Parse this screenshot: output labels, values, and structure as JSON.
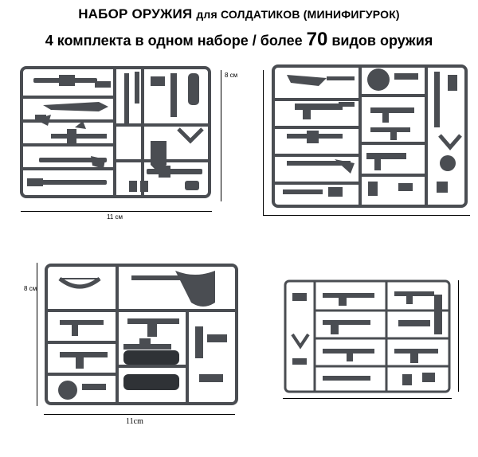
{
  "header": {
    "line1_main": "НАБОР ОРУЖИЯ",
    "line1_small": "для СОЛДАТИКОВ (МИНИФИГУРОК)",
    "line2_pre": "4 комплекта в одном наборе / более",
    "line2_number": "70",
    "line2_post": "видов оружия"
  },
  "dimensions": {
    "set1_height": "8 см",
    "set1_width": "11 см",
    "set3_height": "8 см",
    "set3_width": "11cm"
  },
  "colors": {
    "sprue": "#4a4d52",
    "sprue_dark": "#2f3236",
    "background": "#ffffff"
  }
}
